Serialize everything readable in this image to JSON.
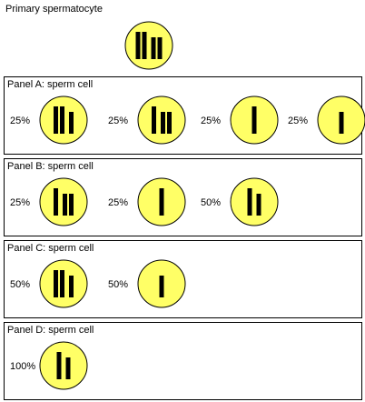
{
  "title": "Primary spermatocyte",
  "colors": {
    "cell_fill": "#ffff66",
    "cell_stroke": "#000000",
    "chromosome": "#000000"
  },
  "primary_cell": {
    "chromosomes": [
      "large",
      "large",
      "small",
      "small"
    ]
  },
  "panels": [
    {
      "label": "Panel A: sperm cell",
      "cells": [
        {
          "percent": "25%",
          "chromosomes": [
            "large",
            "large",
            "small"
          ]
        },
        {
          "percent": "25%",
          "chromosomes": [
            "large",
            "small",
            "small"
          ]
        },
        {
          "percent": "25%",
          "chromosomes": [
            "large"
          ]
        },
        {
          "percent": "25%",
          "chromosomes": [
            "small"
          ]
        }
      ]
    },
    {
      "label": "Panel B: sperm cell",
      "cells": [
        {
          "percent": "25%",
          "chromosomes": [
            "large",
            "small",
            "small"
          ]
        },
        {
          "percent": "25%",
          "chromosomes": [
            "large"
          ]
        },
        {
          "percent": "50%",
          "chromosomes": [
            "large",
            "small"
          ]
        }
      ]
    },
    {
      "label": "Panel C: sperm cell",
      "cells": [
        {
          "percent": "50%",
          "chromosomes": [
            "large",
            "large",
            "small"
          ]
        },
        {
          "percent": "50%",
          "chromosomes": [
            "small"
          ]
        }
      ]
    },
    {
      "label": "Panel D: sperm cell",
      "cells": [
        {
          "percent": "100%",
          "chromosomes": [
            "large",
            "small"
          ]
        }
      ]
    }
  ]
}
